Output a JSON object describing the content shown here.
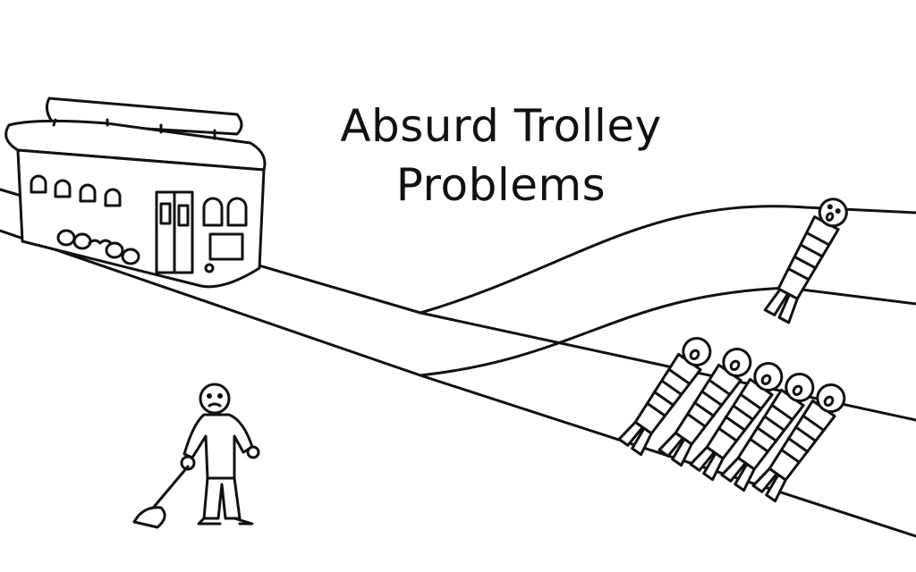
{
  "title": {
    "line1": "Absurd Trolley",
    "line2": "Problems"
  },
  "colors": {
    "ink": "#111111",
    "background": "#ffffff"
  },
  "scene": {
    "people_on_main_track": 5,
    "people_on_side_track": 1
  }
}
